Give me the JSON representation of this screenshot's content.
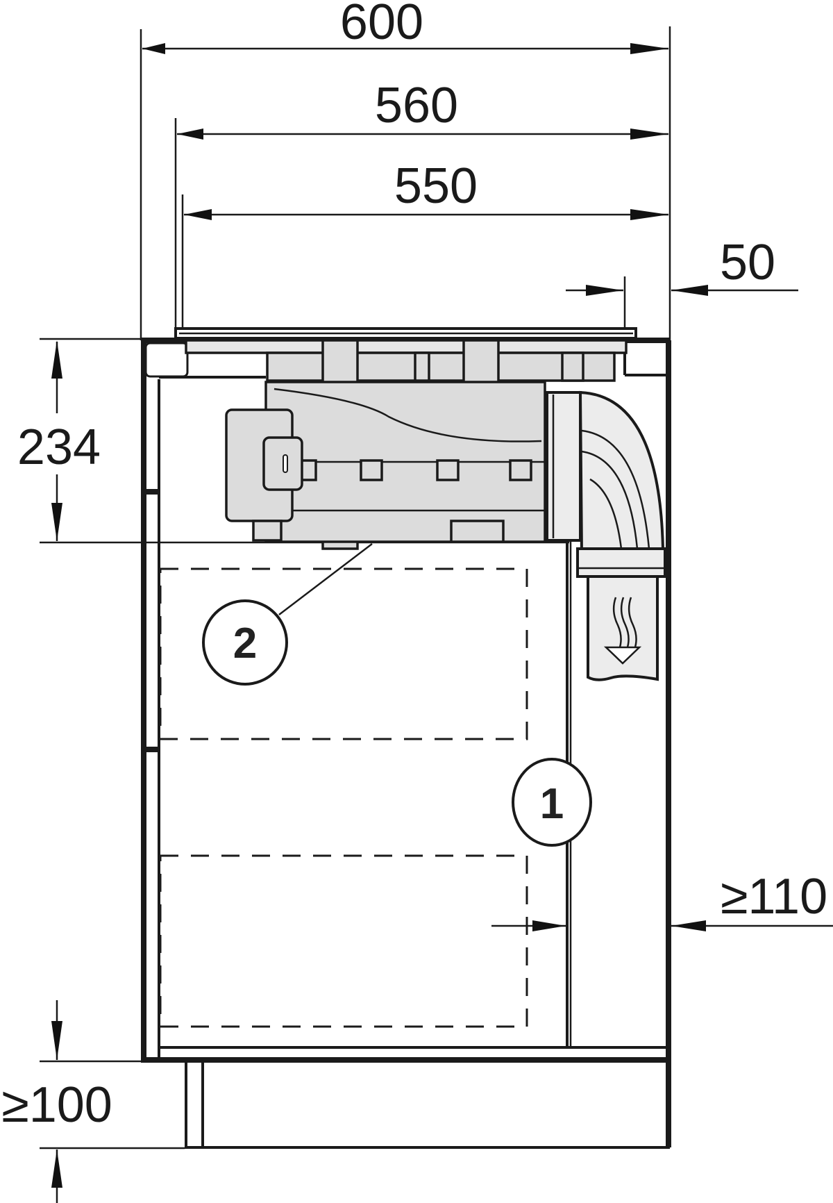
{
  "diagram": {
    "type": "installation-dimension-drawing",
    "units": "mm",
    "dimensions": {
      "overall_width": "600",
      "cutout_width": "560",
      "inner_width": "550",
      "rear_offset": "50",
      "appliance_height": "234",
      "rear_clearance": "≥110",
      "plinth_height": "≥100"
    },
    "callouts": [
      {
        "number": "1",
        "target": "rear-panel"
      },
      {
        "number": "2",
        "target": "cooktop-extractor-unit"
      }
    ],
    "airflow_icon": "airflow-down-arrow-icon",
    "colors": {
      "line": "#1a1a1a",
      "part_fill": "#dcdcdc",
      "pipe_fill": "#ececec",
      "background": "#ffffff"
    }
  }
}
